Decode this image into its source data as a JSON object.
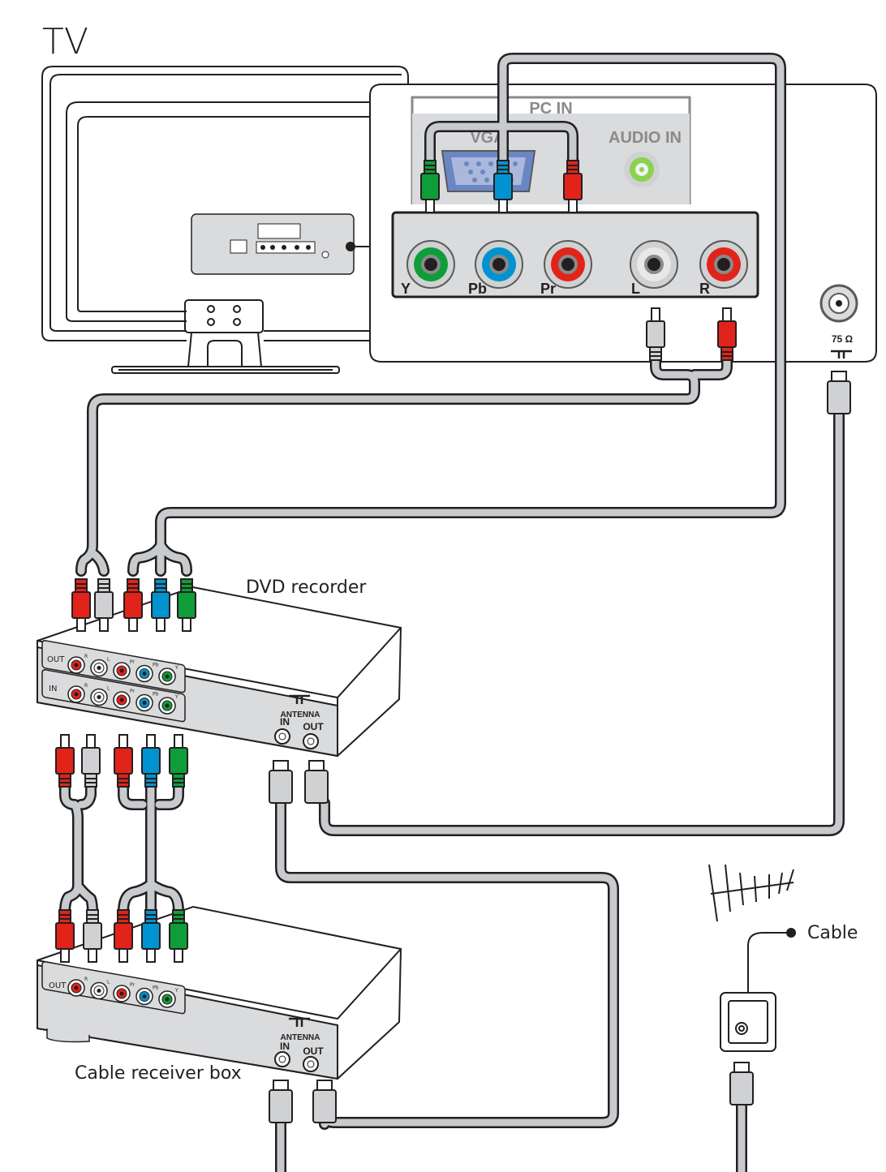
{
  "title": "TV",
  "devices": {
    "dvd_recorder": "DVD recorder",
    "cable_box": "Cable receiver box",
    "cable": "Cable"
  },
  "tv_panel": {
    "pc_in": "PC IN",
    "vga": "VGA",
    "audio_in": "AUDIO IN",
    "jacks": [
      "Y",
      "Pb",
      "Pr",
      "L",
      "R"
    ],
    "antenna_ohm": "75 Ω"
  },
  "box_labels": {
    "out": "OUT",
    "in": "IN",
    "antenna": "ANTENNA",
    "ant_in": "IN",
    "ant_out": "OUT",
    "jack_small": [
      "R",
      "L",
      "Pr",
      "Pb",
      "Y"
    ]
  },
  "colors": {
    "red": "#e2231a",
    "white": "#cfd1d2",
    "green": "#0f9d3a",
    "blue": "#0093d0",
    "cable": "#c7cbce",
    "panel": "#d9dbdc"
  }
}
